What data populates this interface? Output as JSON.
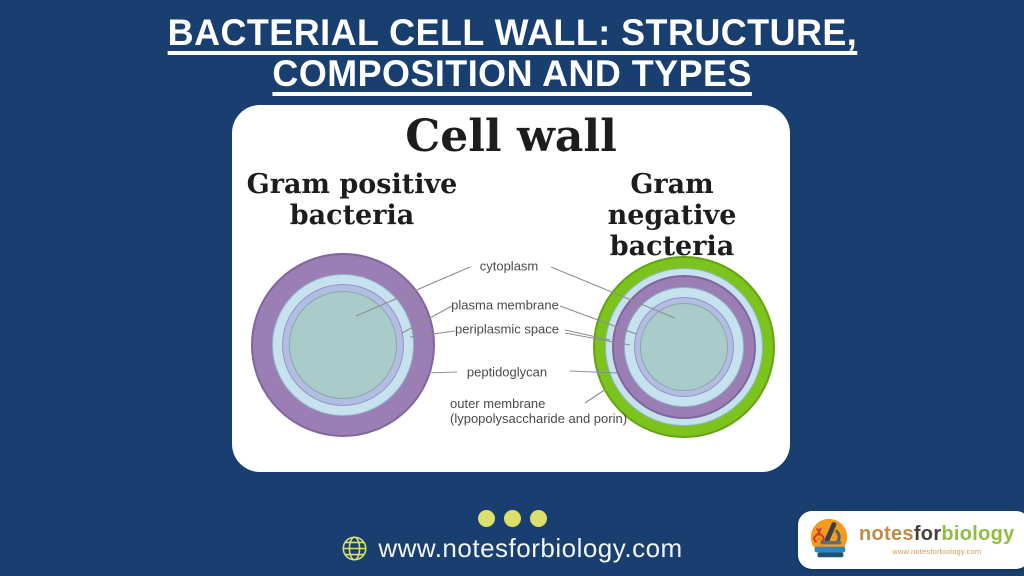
{
  "header": {
    "title": {
      "line1": "BACTERIAL CELL WALL: STRUCTURE,",
      "line2": "COMPOSITION AND TYPES"
    }
  },
  "diagram": {
    "title": "Cell wall",
    "left_heading": {
      "line1": "Gram positive",
      "line2": "bacteria"
    },
    "right_heading": {
      "line1": "Gram negative",
      "line2": "bacteria"
    },
    "labels": {
      "cytoplasm": "cytoplasm",
      "plasma_membrane": "plasma membrane",
      "periplasmic_space": "periplasmic space",
      "peptidoglycan": "peptidoglycan",
      "outer_membrane": "outer membrane",
      "outer_membrane_sub": "(lypopolysaccharide and porin)"
    }
  },
  "footer": {
    "website": "www.notesforbiology.com"
  },
  "logo": {
    "notes": "notes",
    "for": "for",
    "biology": "biology",
    "url": "www.notesforbiology.com"
  },
  "colors": {
    "background_navy": "#183F6F",
    "accent_yellow_green": "#DCDF6B",
    "ring_peptidoglycan_purple": "#9B7EB4",
    "ring_periplasmic_light_blue": "#C5E2EE",
    "ring_plasma_membrane_lavender": "#B3BCE2",
    "ring_outer_membrane_green": "#7CC31E",
    "cytoplasm_teal": "#A9CBCA",
    "logo_orange": "#F29B1D"
  }
}
